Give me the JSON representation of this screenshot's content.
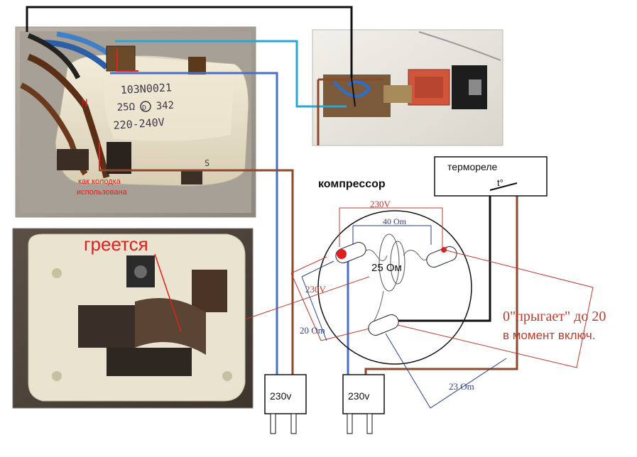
{
  "relay_photo": {
    "marking_1": "103N0021",
    "marking_2": "25Ω",
    "marking_3": "342",
    "marking_4": "220-240V",
    "letter_n": "N",
    "letter_s": "S",
    "caption_line1": "как колодка",
    "caption_line2": "использована"
  },
  "relay_inside_photo": {
    "heating_label": "греется"
  },
  "compressor": {
    "title": "компрессор",
    "center_resistance": "25 Ом",
    "top_voltage": "230V",
    "top_resistance": "40 Om",
    "left_voltage": "230V",
    "left_resistance": "20 Om",
    "bottom_resistance": "23 Om"
  },
  "thermostat": {
    "label": "термореле",
    "symbol": "t°"
  },
  "annotation": {
    "line1": "0\"прыгает\" до 20",
    "line2": "в момент включ."
  },
  "plugs": [
    {
      "label": "230v"
    },
    {
      "label": "230v"
    }
  ],
  "colors": {
    "wire_black": "#111111",
    "wire_blue": "#4a6fc4",
    "wire_cyan": "#2aa6d6",
    "wire_brown": "#8b4a2b",
    "measure_red": "#c0392b",
    "accent_red": "#e02020"
  }
}
